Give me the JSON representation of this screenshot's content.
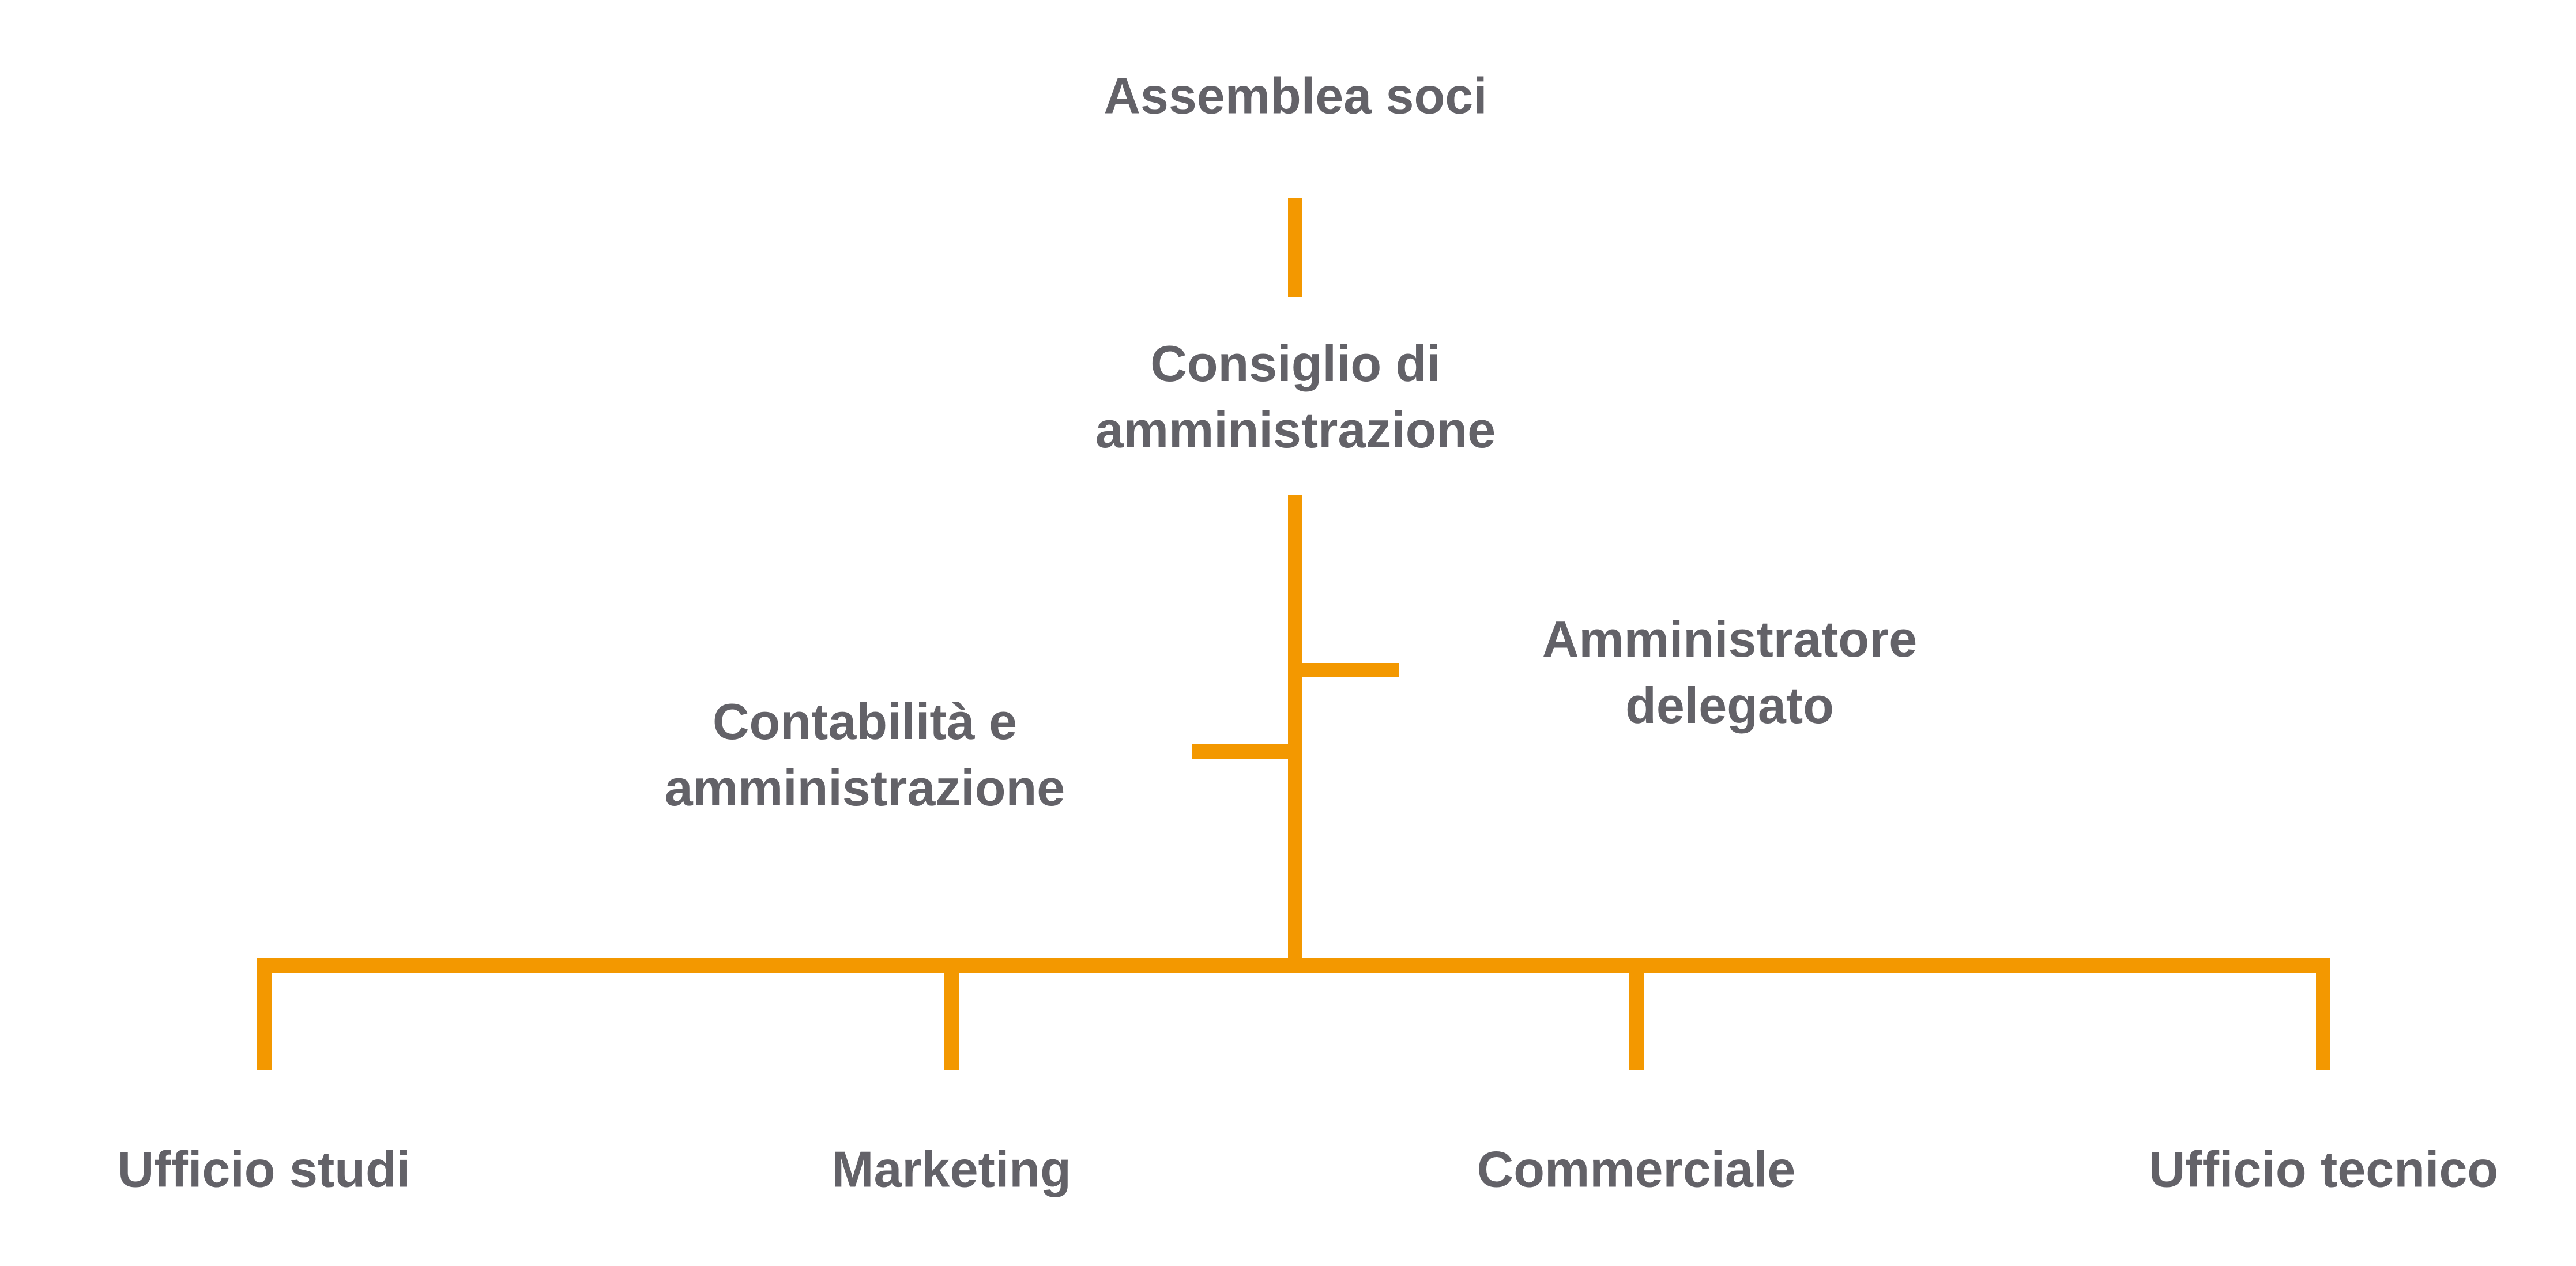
{
  "colors": {
    "line": "#F39800",
    "text": "#636268"
  },
  "nodes": {
    "assembly": "Assemblea soci",
    "board_line1": "Consiglio di",
    "board_line2": "amministrazione",
    "ceo_line1": "Amministratore",
    "ceo_line2": "delegato",
    "accounting_line1": "Contabilità e",
    "accounting_line2": "amministrazione",
    "departments": [
      "Ufficio studi",
      "Marketing",
      "Commerciale",
      "Ufficio tecnico"
    ]
  }
}
